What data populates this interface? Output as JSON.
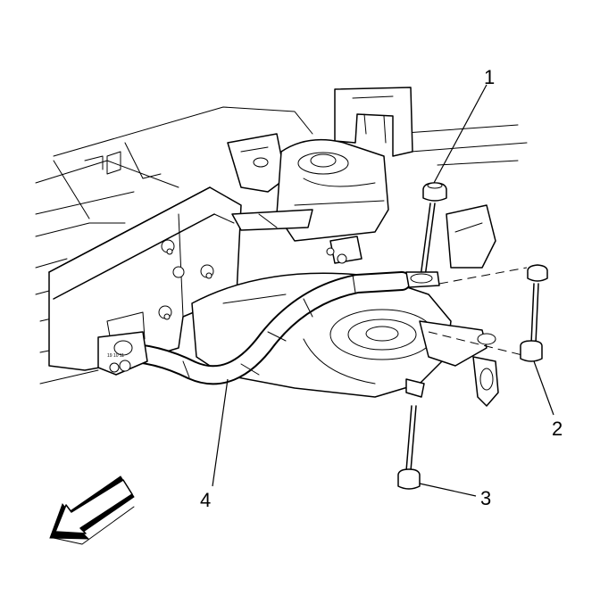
{
  "diagram": {
    "callouts": [
      {
        "id": "1",
        "label": "1"
      },
      {
        "id": "2",
        "label": "2"
      },
      {
        "id": "3",
        "label": "3"
      },
      {
        "id": "4",
        "label": "4"
      }
    ],
    "frame_stamp": "19 10 11",
    "colors": {
      "line": "#000000",
      "background": "#ffffff",
      "arrow_fill": "#000000"
    }
  }
}
